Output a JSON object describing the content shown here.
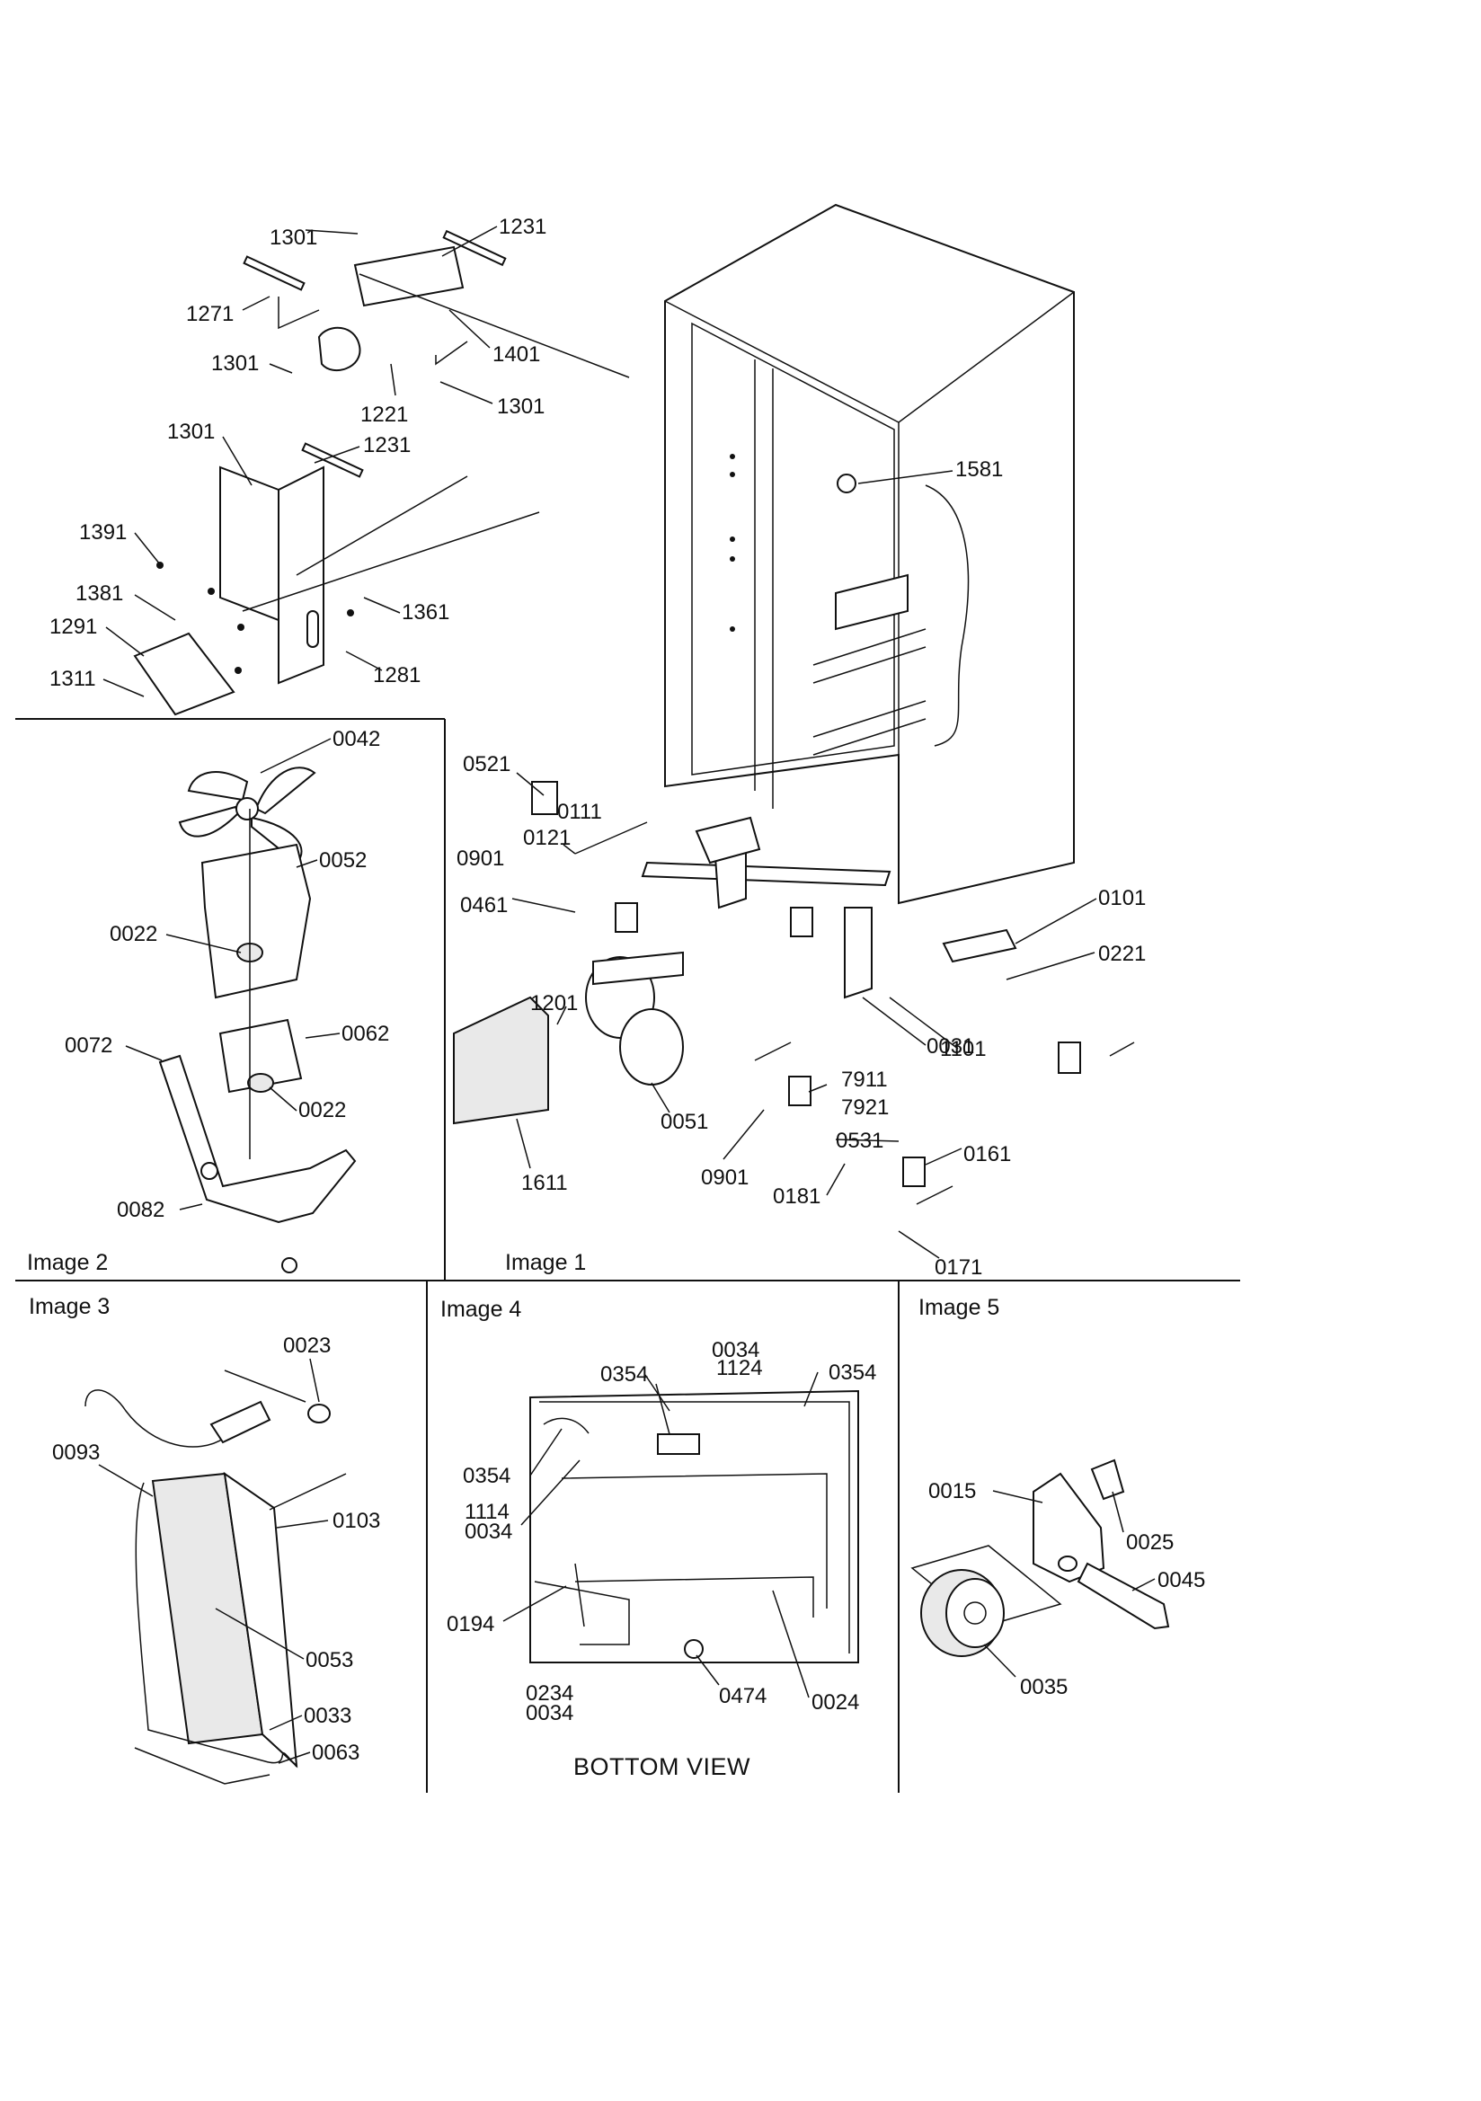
{
  "panels": [
    {
      "id": "image-1",
      "title": "Image 1"
    },
    {
      "id": "image-2",
      "title": "Image 2"
    },
    {
      "id": "image-3",
      "title": "Image 3"
    },
    {
      "id": "image-4",
      "title": "Image 4",
      "caption": "BOTTOM VIEW"
    },
    {
      "id": "image-5",
      "title": "Image 5"
    }
  ],
  "callouts": {
    "image_1": [
      "1301",
      "1231",
      "1271",
      "1301",
      "1401",
      "1221",
      "1301",
      "1301",
      "1231",
      "1391",
      "1381",
      "1361",
      "1291",
      "1281",
      "1311",
      "1581",
      "0521",
      "0111",
      "0121",
      "0901",
      "0461",
      "0101",
      "0221",
      "1201",
      "1101",
      "0031",
      "7911",
      "7921",
      "0531",
      "0051",
      "0901",
      "0161",
      "0181",
      "1611",
      "0171"
    ],
    "image_2": [
      "0042",
      "0052",
      "0022",
      "0062",
      "0072",
      "0022",
      "0082"
    ],
    "image_3": [
      "0023",
      "0093",
      "0103",
      "0053",
      "0033",
      "0063"
    ],
    "image_4": [
      "0034",
      "1124",
      "0354",
      "0354",
      "0354",
      "1114",
      "0034",
      "0194",
      "0234",
      "0034",
      "0474",
      "0024"
    ],
    "image_5": [
      "0015",
      "0025",
      "0045",
      "0035"
    ]
  }
}
